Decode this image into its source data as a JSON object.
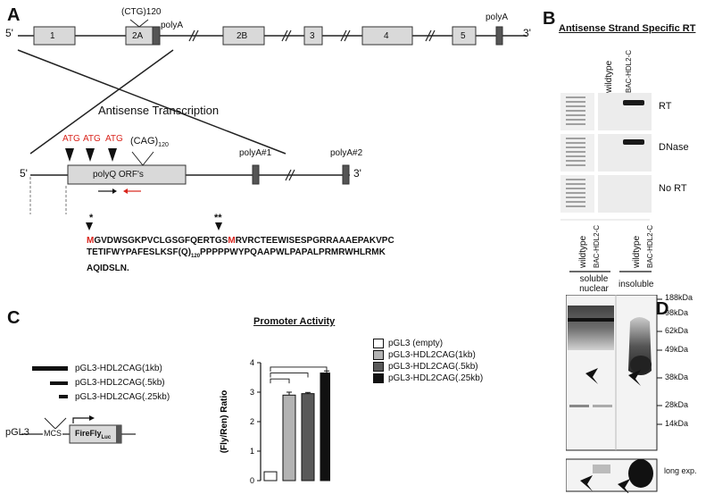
{
  "panels": {
    "A": "A",
    "B": "B",
    "C": "C",
    "D": "D"
  },
  "panelA": {
    "five_prime": "5'",
    "three_prime": "3'",
    "exons": [
      "1",
      "2A",
      "2B",
      "3",
      "4",
      "5"
    ],
    "ctg_label": "(CTG)120",
    "polyA_1": "polyA",
    "polyA_2": "polyA",
    "antisense_title": "Antisense Transcription",
    "atg": [
      "ATG",
      "ATG",
      "ATG"
    ],
    "cag_label": "(CAG)",
    "cag_sub": "120",
    "orf_label": "polyQ ORF's",
    "polyA_a1": "polyA#1",
    "polyA_a2": "polyA#2",
    "star1": "*",
    "star2": "**",
    "seq_line1_red1": "M",
    "seq_line1_mid": "GVDWSGKPVCLGSGFQERTGS",
    "seq_line1_red2": "M",
    "seq_line1_end": "RVRCTEEWISESPGRRAAAEPAKVPC",
    "seq_line2_a": "TETIFWYPAFESLKSF(Q)",
    "seq_line2_sub": "120",
    "seq_line2_b": "PPPPPWYPQAAPWLPAPALPRMRWHLRMK",
    "seq_line3": "AQIDSLN."
  },
  "panelB": {
    "title": "Antisense Strand Specific RT",
    "col_labels": [
      "wildtype",
      "BAC-HDL2-C"
    ],
    "row_labels": [
      "RT",
      "DNase",
      "No RT"
    ]
  },
  "panelC": {
    "constructs": [
      "pGL3-HDL2CAG(1kb)",
      "pGL3-HDL2CAG(.5kb)",
      "pGL3-HDL2CAG(.25kb)"
    ],
    "pgl3": "pGL3",
    "mcs": "MCS",
    "firefly": "FireFly",
    "firefly_sub": "Luc"
  },
  "chart_data": {
    "type": "bar",
    "title": "Promoter Activity",
    "ylabel": "(Fly/Ren) Ratio",
    "xlabel": "",
    "ylim": [
      0,
      4
    ],
    "yticks": [
      "0",
      "1",
      "2",
      "3",
      "4"
    ],
    "categories": [
      "pGL3 (empty)",
      "pGL3-HDL2CAG(1kb)",
      "pGL3-HDL2CAG(.5kb)",
      "pGL3-HDL2CAG(.25kb)"
    ],
    "values": [
      0.3,
      2.9,
      2.95,
      3.65
    ],
    "errors": [
      0.0,
      0.1,
      0.04,
      0.07
    ],
    "colors": [
      "#ffffff",
      "#b3b3b3",
      "#595959",
      "#111111"
    ],
    "legend_position": "right"
  },
  "panelD": {
    "col_labels": [
      "wildtype",
      "BAC-HDL2-C",
      "wildtype",
      "BAC-HDL2-C"
    ],
    "group1": "soluble nuclear",
    "group2": "insoluble",
    "markers": [
      "188kDa",
      "98kDa",
      "62kDa",
      "49kDa",
      "38kDa",
      "28kDa",
      "14kDa"
    ],
    "long_exp": "long exp."
  }
}
